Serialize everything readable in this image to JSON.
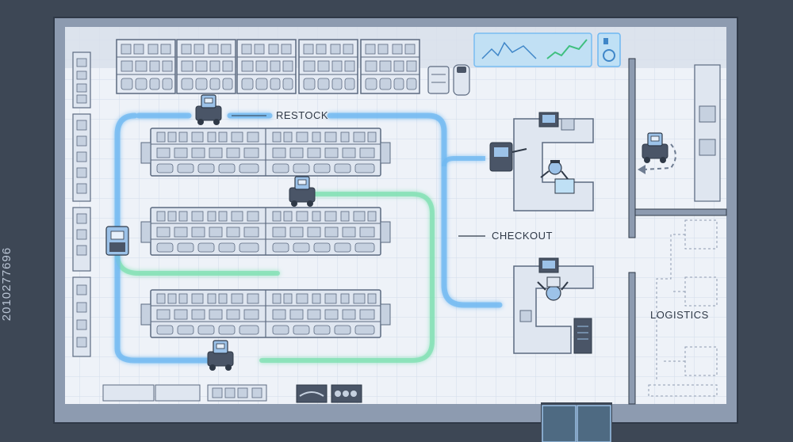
{
  "zones": {
    "restock": "RESTOCK",
    "checkout": "CHECKOUT",
    "logistics": "LOGISTICS"
  },
  "stock_id": "2010277696",
  "colors": {
    "background": "#3d4755",
    "floor": "#eef2f8",
    "grid": "#d3dcea",
    "wall": "#8d9bb0",
    "shelf": "#dfe6f0",
    "shelf_stroke": "#5c6a80",
    "route_blue": "#6fb8f2",
    "route_green": "#7fe0b2",
    "robot_blue": "#9cc2e8"
  },
  "icons": [
    "robot-icon",
    "cashier-robot-icon",
    "monitor-icon",
    "trash-bin-icon",
    "dashboard-chart-icon",
    "arrow-icon"
  ]
}
